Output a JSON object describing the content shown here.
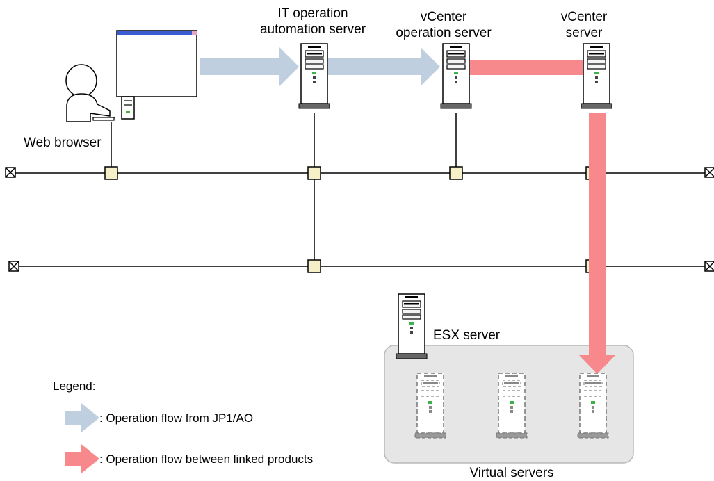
{
  "nodes": {
    "web_browser": "Web browser",
    "ito_server": [
      "IT operation",
      "automation server"
    ],
    "vcenter_op_server": [
      "vCenter",
      "operation server"
    ],
    "vcenter_server": [
      "vCenter",
      "server"
    ],
    "esx_server": "ESX server",
    "virtual_servers": "Virtual servers"
  },
  "legend": {
    "title": "Legend:",
    "items": [
      {
        "label": ": Operation flow from JP1/AO",
        "color": "#bfcfe0"
      },
      {
        "label": ": Operation flow between linked products",
        "color": "#f7898c"
      }
    ]
  },
  "colors": {
    "jp1_flow": "#bfcfe0",
    "linked_flow": "#f7898c",
    "hub": "#f5f0c8",
    "esx_box": "#e6e6e6"
  },
  "icons": [
    "user-icon",
    "monitor-icon",
    "server-icon",
    "virtual-server-icon",
    "network-terminator-icon",
    "network-hub-icon"
  ]
}
